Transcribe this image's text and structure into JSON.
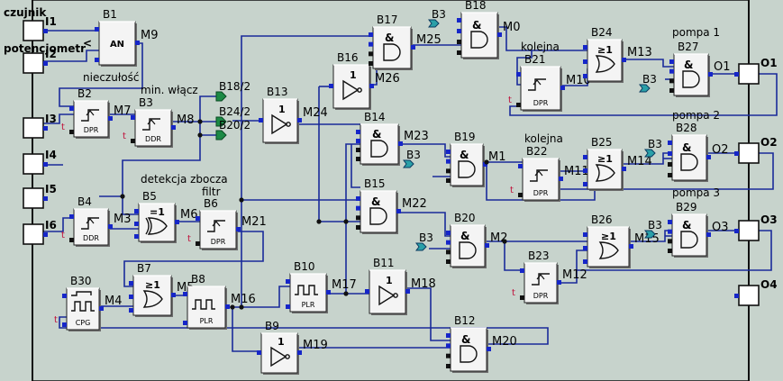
{
  "colors": {
    "background": "#c7d3cc",
    "wire": "#1a2a9a",
    "pin_blue": "#1626c8",
    "pin_black": "#111111",
    "pin_red": "#c0103a",
    "terminal_green": "#1c8a45",
    "block_fill": "#f4f4f4",
    "border_dark": "#222222"
  },
  "terminals_in": [
    {
      "id": "I1",
      "label": "czujnik"
    },
    {
      "id": "I2",
      "label": "potencjometr"
    },
    {
      "id": "I3",
      "label": ""
    },
    {
      "id": "I4",
      "label": ""
    },
    {
      "id": "I5",
      "label": ""
    },
    {
      "id": "I6",
      "label": ""
    }
  ],
  "terminals_out": [
    {
      "id": "O1",
      "label": "pompa 1"
    },
    {
      "id": "O2",
      "label": "pompa 2"
    },
    {
      "id": "O3",
      "label": "pompa 3"
    },
    {
      "id": "O4",
      "label": ""
    }
  ],
  "notes": {
    "nieczulosc": "nieczułość",
    "min_wlacz": "min. włącz",
    "detekcja": "detekcja zbocza",
    "filtr": "filtr",
    "kolejna1": "kolejna",
    "kolejna2": "kolejna",
    "red_arrow": "<",
    "t": "t"
  },
  "connectors": [
    {
      "label": "B18/2"
    },
    {
      "label": "B24/2"
    },
    {
      "label": "B20/2"
    }
  ],
  "blocks": [
    {
      "id": "B1",
      "fn": "AN",
      "out": "M9"
    },
    {
      "id": "B2",
      "fn": "DPR",
      "out": "M7"
    },
    {
      "id": "B3",
      "fn": "DDR",
      "out": "M8"
    },
    {
      "id": "B4",
      "fn": "DDR",
      "out": "M3"
    },
    {
      "id": "B5",
      "fn": "=1",
      "out": "M6"
    },
    {
      "id": "B6",
      "fn": "DPR",
      "out": "M21"
    },
    {
      "id": "B7",
      "fn": "≥1",
      "out": "M5"
    },
    {
      "id": "B8",
      "fn": "PLR",
      "out": "M16"
    },
    {
      "id": "B9",
      "fn": "1",
      "out": "M19"
    },
    {
      "id": "B10",
      "fn": "PLR",
      "out": "M17"
    },
    {
      "id": "B11",
      "fn": "1",
      "out": "M18"
    },
    {
      "id": "B12",
      "fn": "&",
      "out": "M20"
    },
    {
      "id": "B13",
      "fn": "1",
      "out": "M24"
    },
    {
      "id": "B14",
      "fn": "&",
      "out": "M23"
    },
    {
      "id": "B15",
      "fn": "&",
      "out": "M22"
    },
    {
      "id": "B16",
      "fn": "1",
      "out": "M26"
    },
    {
      "id": "B17",
      "fn": "&",
      "out": "M25"
    },
    {
      "id": "B18",
      "fn": "&",
      "out": "M0"
    },
    {
      "id": "B19",
      "fn": "&",
      "out": "M1"
    },
    {
      "id": "B20",
      "fn": "&",
      "out": "M2"
    },
    {
      "id": "B21",
      "fn": "DPR",
      "out": "M10"
    },
    {
      "id": "B22",
      "fn": "DPR",
      "out": "M11"
    },
    {
      "id": "B23",
      "fn": "DPR",
      "out": "M12"
    },
    {
      "id": "B24",
      "fn": "≥1",
      "out": "M13"
    },
    {
      "id": "B25",
      "fn": "≥1",
      "out": "M14"
    },
    {
      "id": "B26",
      "fn": "≥1",
      "out": "M15"
    },
    {
      "id": "B27",
      "fn": "&",
      "out": "O1"
    },
    {
      "id": "B28",
      "fn": "&",
      "out": "O2"
    },
    {
      "id": "B29",
      "fn": "&",
      "out": "O3"
    },
    {
      "id": "B30",
      "fn": "CPG",
      "out": "M4"
    }
  ],
  "b3_tags": [
    {
      "label": "B3"
    },
    {
      "label": "B3"
    },
    {
      "label": "B3"
    },
    {
      "label": "B3"
    },
    {
      "label": "B3"
    },
    {
      "label": "B3"
    },
    {
      "label": "B3"
    }
  ]
}
